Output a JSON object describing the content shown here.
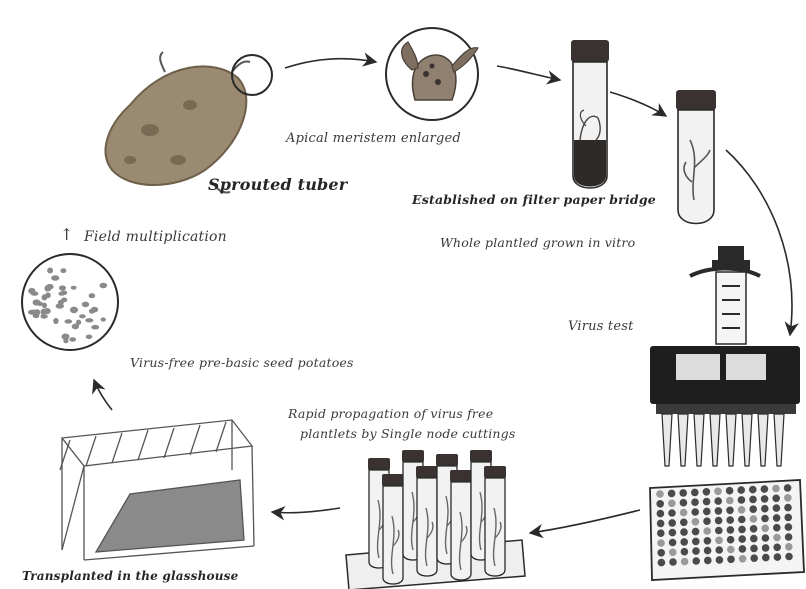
{
  "diagram": {
    "labels": {
      "sprouted_tuber": "Sprouted tuber",
      "apical_meristem": "Apical meristem enlarged",
      "filter_paper": "Established on filter paper bridge",
      "whole_plantlet": "Whole plantled grown in vitro",
      "virus_test": "Virus test",
      "rapid_propagation_line1": "Rapid propagation of virus free",
      "rapid_propagation_line2": "plantlets by Single node cuttings",
      "transplanted": "Transplanted in the glasshouse",
      "virus_free_seed": "Virus-free pre-basic seed potatoes",
      "field_multiplication": "Field multiplication",
      "up_arrow_glyph": "↑"
    },
    "colors": {
      "ink": "#2a2a2a",
      "tuber": "#9a8a72",
      "tuber_dark": "#6e5f4a",
      "cap": "#3a3230",
      "medium_dark": "#2e2a28",
      "machine": "#1e1e1e",
      "plate_dot": "#4a4a4a",
      "glass": "#f2f2f2"
    }
  }
}
